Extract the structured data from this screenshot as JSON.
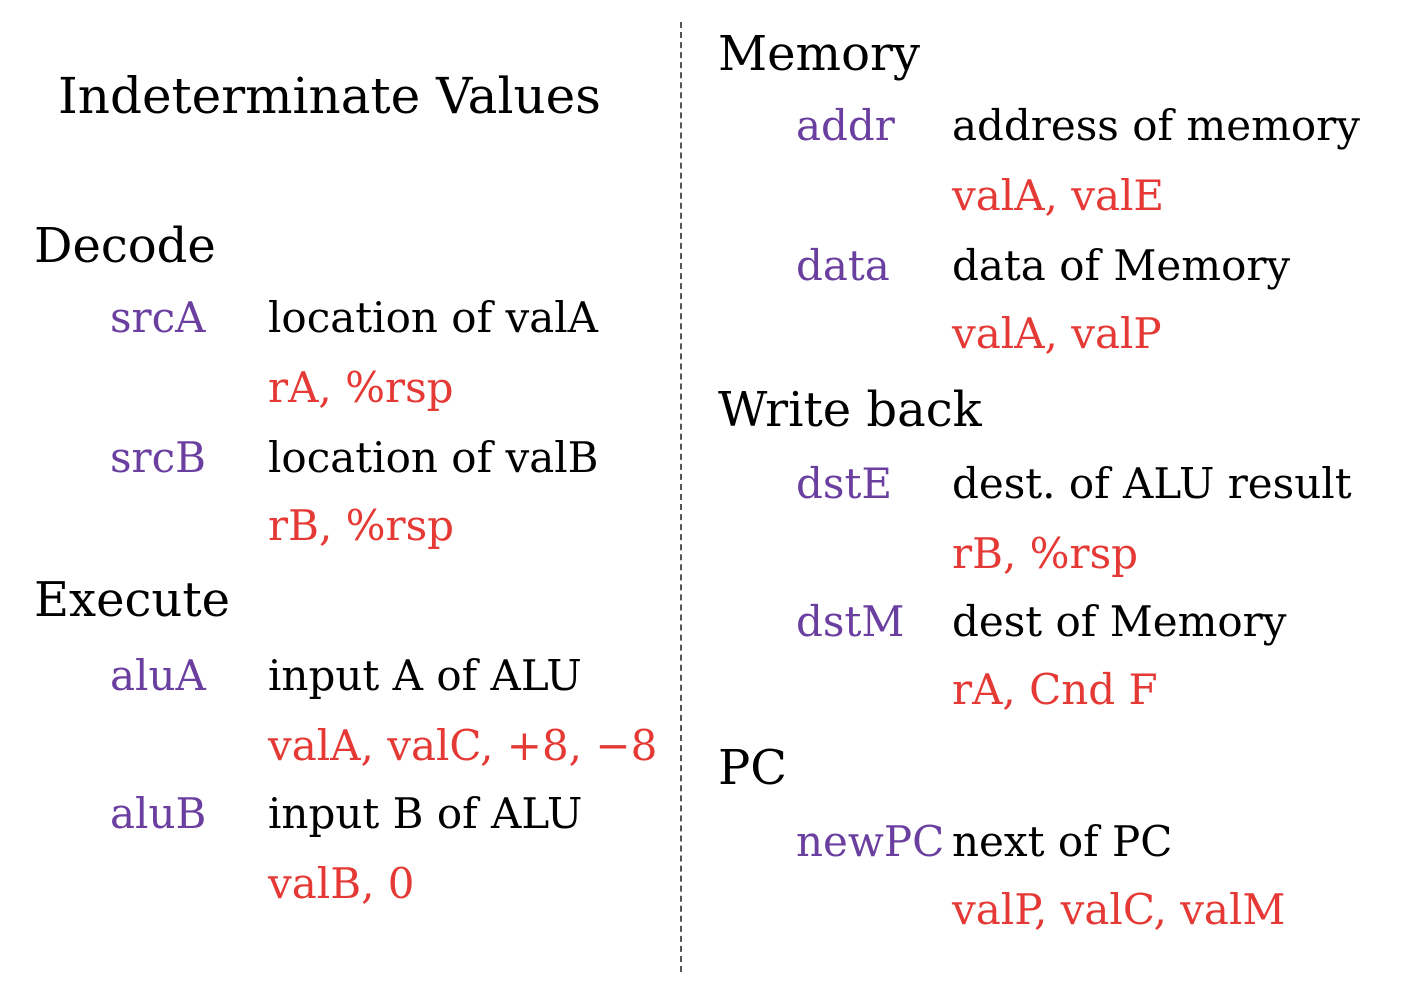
{
  "colors": {
    "signal": "#6b3fa0",
    "values": "#e53935",
    "text": "#000000"
  },
  "title": "Indeterminate Values",
  "decode": {
    "heading": "Decode",
    "srcA": {
      "name": "srcA",
      "desc": "location of valA",
      "values": "rA, %rsp"
    },
    "srcB": {
      "name": "srcB",
      "desc": "location of valB",
      "values": "rB, %rsp"
    }
  },
  "execute": {
    "heading": "Execute",
    "aluA": {
      "name": "aluA",
      "desc": "input A of ALU",
      "values": "valA, valC, +8, −8"
    },
    "aluB": {
      "name": "aluB",
      "desc": "input B of ALU",
      "values": "valB, 0"
    }
  },
  "memory": {
    "heading": "Memory",
    "addr": {
      "name": "addr",
      "desc": "address of memory",
      "values": "valA, valE"
    },
    "data": {
      "name": "data",
      "desc": "data of Memory",
      "values": "valA, valP"
    }
  },
  "writeback": {
    "heading": "Write back",
    "dstE": {
      "name": "dstE",
      "desc": "dest. of ALU result",
      "values": "rB, %rsp"
    },
    "dstM": {
      "name": "dstM",
      "desc": "dest of Memory",
      "values": "rA, Cnd F"
    }
  },
  "pc": {
    "heading": "PC",
    "newPC": {
      "name": "newPC",
      "desc": "next of PC",
      "values": "valP, valC, valM"
    }
  }
}
